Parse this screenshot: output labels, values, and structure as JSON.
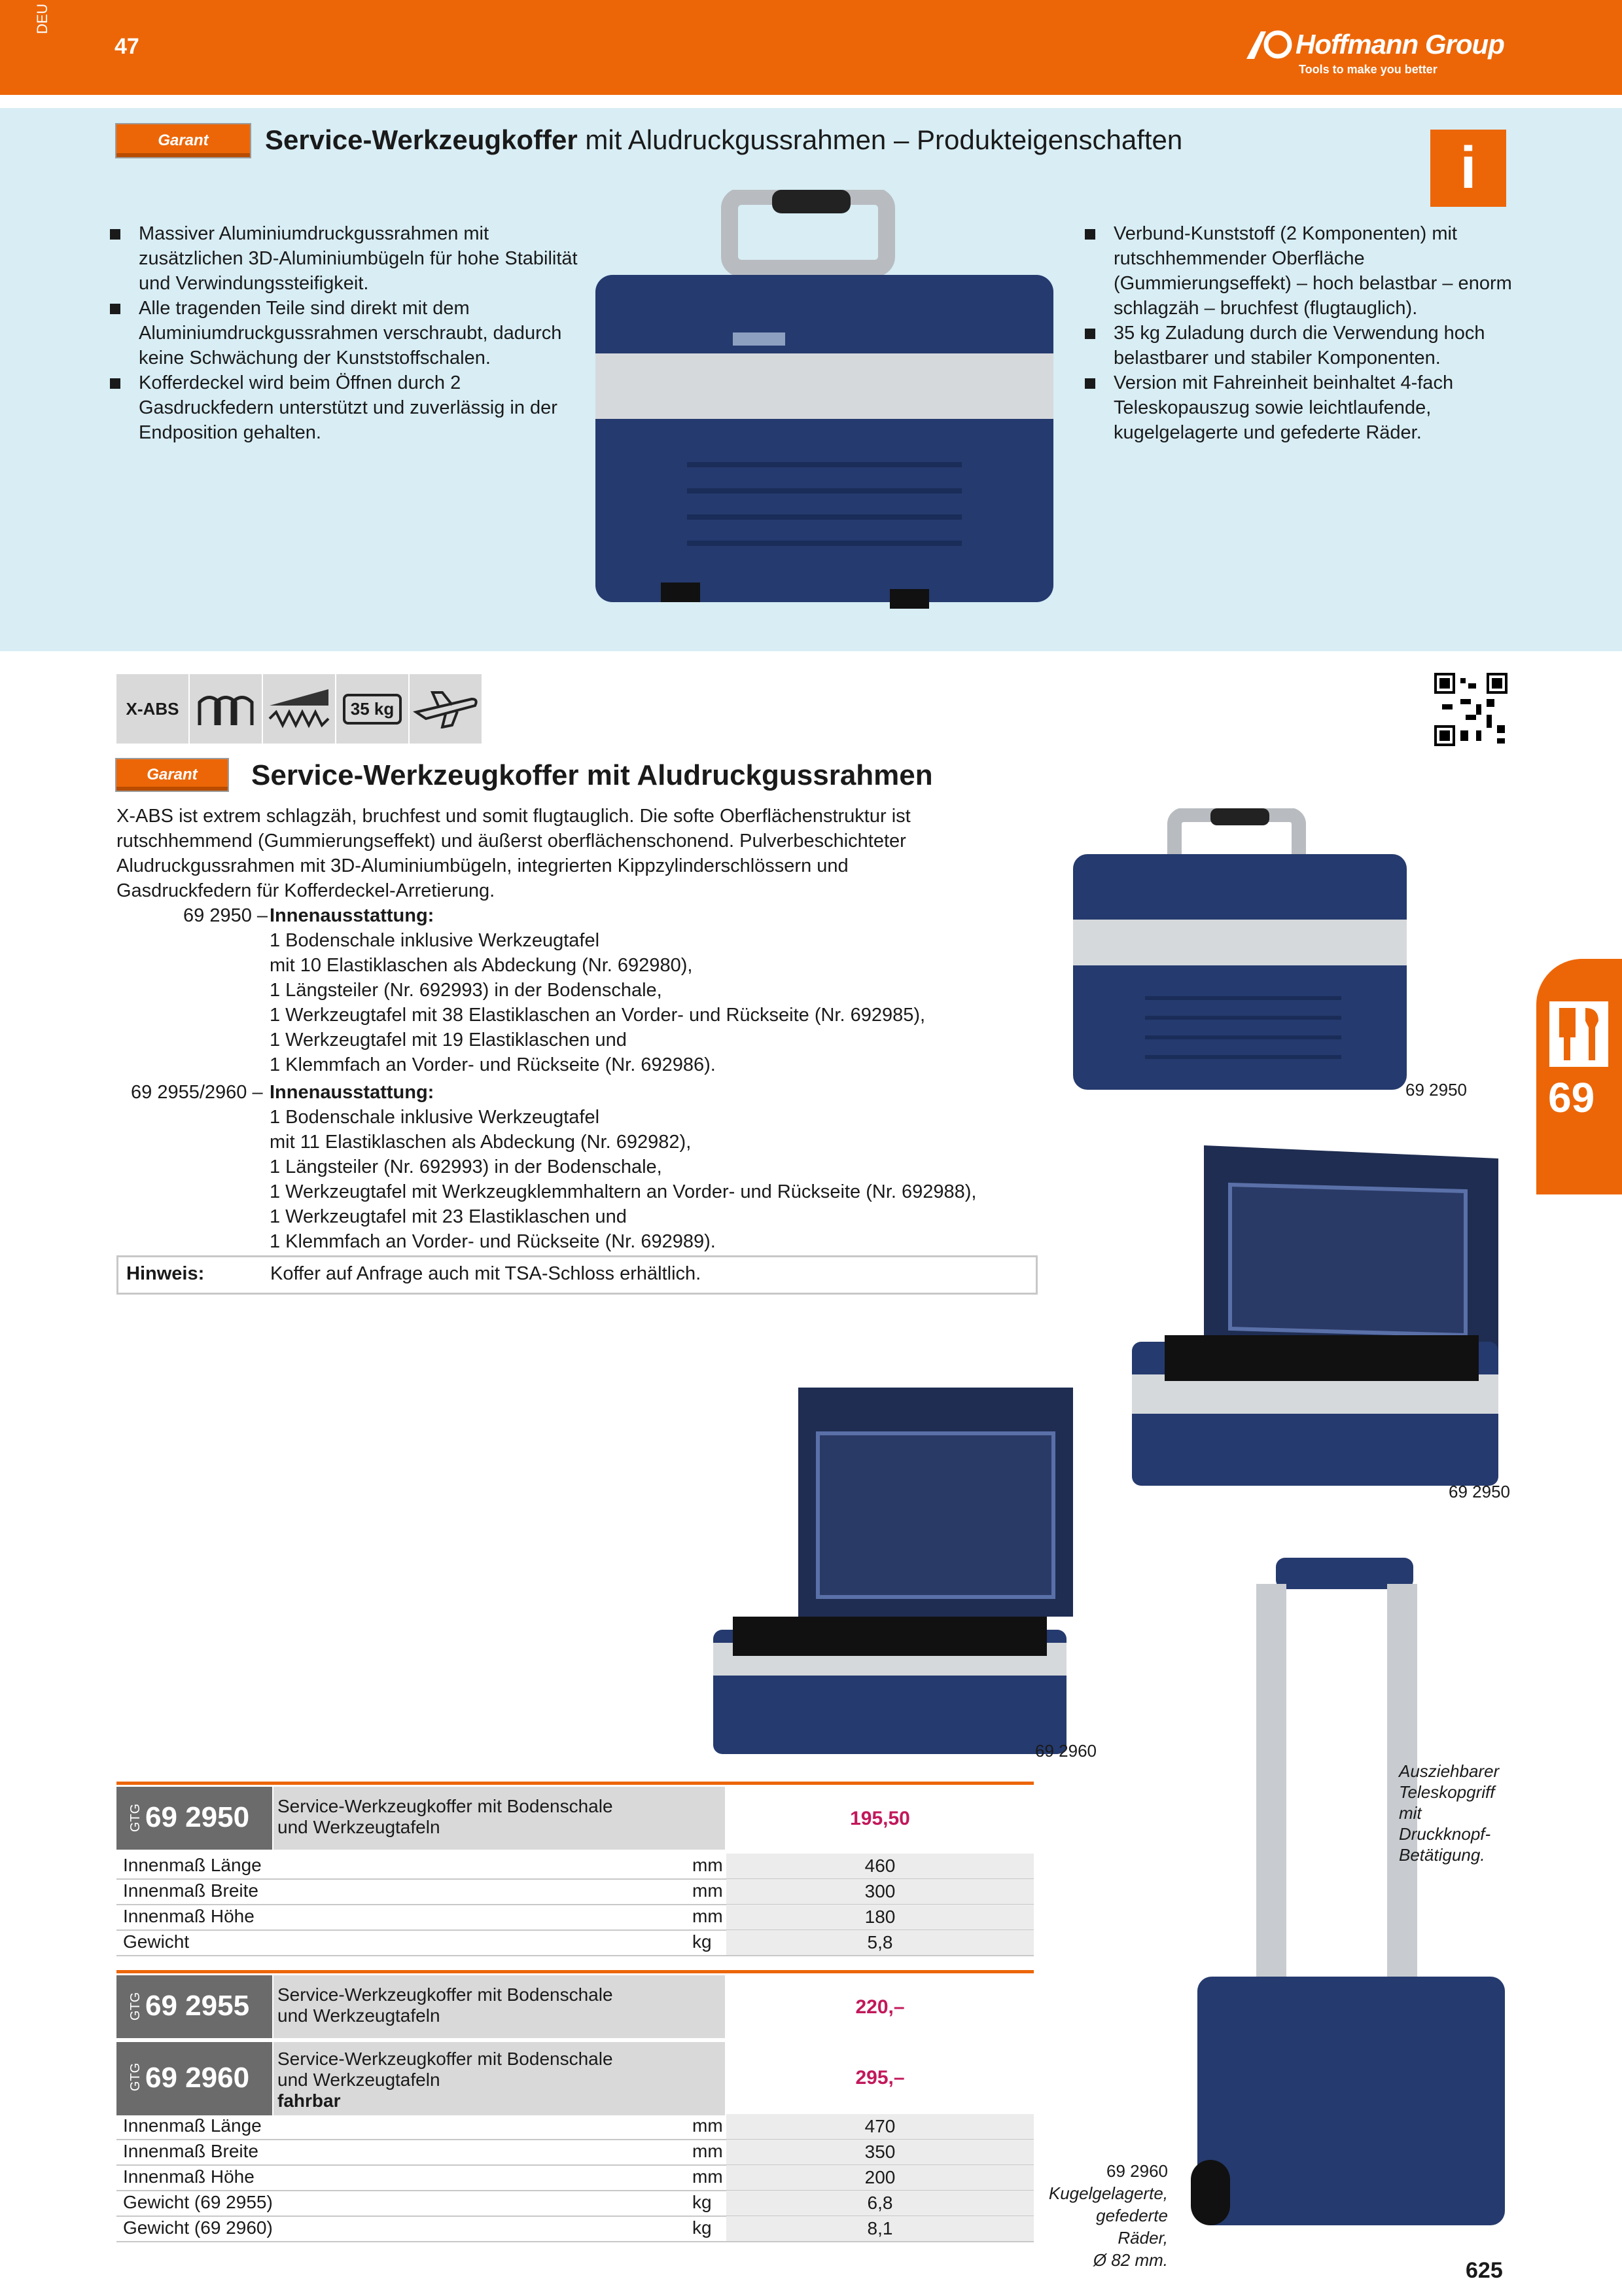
{
  "header": {
    "side_label": "DEU",
    "chapter_label": "47",
    "logo": "Hoffmann Group",
    "tagline": "Tools to make you better"
  },
  "brand_badge": "Garant",
  "info": {
    "title_bold": "Service-Werkzeugkoffer",
    "title_rest": " mit Aludruckgussrahmen – Produkteigenschaften",
    "badge": "i",
    "left_bullets": [
      "Massiver Aluminiumdruckgussrahmen mit zusätzlichen 3D-Aluminiumbügeln für hohe Stabilität und Verwindungssteifigkeit.",
      "Alle tragenden Teile sind direkt mit dem Aluminiumdruckgussrahmen verschraubt, dadurch keine Schwächung der Kunststoffschalen.",
      "Kofferdeckel wird beim Öffnen durch 2 Gasdruckfedern unterstützt und zuverlässig in der Endposition gehalten."
    ],
    "right_bullets": [
      "Verbund-Kunststoff (2 Komponenten) mit rutschhemmender Oberfläche (Gummierungseffekt) – hoch belastbar – enorm schlagzäh – bruchfest (flugtauglich).",
      "35 kg Zuladung durch die Verwendung hoch belastbarer und stabiler Komponenten.",
      "Version mit Fahreinheit beinhaltet 4-fach Teleskopauszug sowie leichtlaufende, kugelgelagerte und gefederte Räder."
    ]
  },
  "icons": {
    "material": "X-ABS",
    "weight": "35 kg"
  },
  "product": {
    "title": "Service-Werkzeugkoffer mit Aludruckgussrahmen",
    "desc_lines": [
      "X-ABS ist extrem schlagzäh, bruchfest und somit flugtauglich. Die softe Oberflächenstruktur ist",
      "rutschhemmend (Gummierungseffekt) und äußerst oberflächenschonend. Pulverbeschichteter",
      "Aludruckgussrahmen mit 3D-Aluminiumbügeln, integrierten Kippzylinderschlössern und",
      "Gasdruckfedern für Kofferdeckel-Arretierung."
    ],
    "variants": [
      {
        "nr": "69 2950 –",
        "heading": "Innenausstattung:",
        "lines": [
          "1 Bodenschale inklusive Werkzeugtafel",
          "mit 10 Elastiklaschen als Abdeckung (Nr. 692980),",
          "1 Längsteiler (Nr. 692993) in der Bodenschale,",
          "1 Werkzeugtafel mit 38 Elastiklaschen an Vorder- und Rückseite (Nr. 692985),",
          "1 Werkzeugtafel mit 19 Elastiklaschen und",
          "1 Klemmfach an Vorder- und Rückseite (Nr. 692986)."
        ]
      },
      {
        "nr": "69 2955/2960 –",
        "heading": "Innenausstattung:",
        "lines": [
          "1 Bodenschale inklusive Werkzeugtafel",
          "mit 11 Elastiklaschen als Abdeckung (Nr. 692982),",
          "1 Längsteiler (Nr. 692993) in der Bodenschale,",
          "1 Werkzeugtafel mit Werkzeugklemmhaltern an Vorder- und Rückseite (Nr. 692988),",
          "1 Werkzeugtafel mit 23 Elastiklaschen und",
          "1 Klemmfach an Vorder- und Rückseite (Nr. 692989)."
        ]
      }
    ],
    "hinweis_label": "Hinweis:",
    "hinweis_text": "Koffer auf Anfrage auch mit TSA-Schloss erhältlich."
  },
  "chapter_tab": "69",
  "captions": {
    "img1": "69 2950",
    "img2": "69 2950",
    "img3": "69 2960",
    "trolley_note": [
      "Ausziehbarer",
      "Teleskopgriff",
      "mit",
      "Druckknopf-",
      "Betätigung."
    ],
    "trolley_caption": [
      "69 2960",
      "Kugelgelagerte,",
      "gefederte Räder,",
      "Ø 82 mm."
    ]
  },
  "table1": {
    "gtg": "GTG",
    "nr": "69 2950",
    "desc": [
      "Service-Werkzeugkoffer mit Bodenschale",
      "und Werkzeugtafeln"
    ],
    "price": "195,50",
    "rows": [
      {
        "label": "Innenmaß Länge",
        "unit": "mm",
        "value": "460"
      },
      {
        "label": "Innenmaß Breite",
        "unit": "mm",
        "value": "300"
      },
      {
        "label": "Innenmaß Höhe",
        "unit": "mm",
        "value": "180"
      },
      {
        "label": "Gewicht",
        "unit": "kg",
        "value": "5,8"
      }
    ]
  },
  "table2": {
    "items": [
      {
        "gtg": "GTG",
        "nr": "69 2955",
        "desc": [
          "Service-Werkzeugkoffer mit Bodenschale",
          "und Werkzeugtafeln",
          ""
        ],
        "price": "220,–"
      },
      {
        "gtg": "GTG",
        "nr": "69 2960",
        "desc": [
          "Service-Werkzeugkoffer mit Bodenschale",
          "und Werkzeugtafeln",
          "fahrbar"
        ],
        "price": "295,–"
      }
    ],
    "rows": [
      {
        "label": "Innenmaß Länge",
        "unit": "mm",
        "value": "470"
      },
      {
        "label": "Innenmaß Breite",
        "unit": "mm",
        "value": "350"
      },
      {
        "label": "Innenmaß Höhe",
        "unit": "mm",
        "value": "200"
      },
      {
        "label": "Gewicht (69 2955)",
        "unit": "kg",
        "value": "6,8"
      },
      {
        "label": "Gewicht (69 2960)",
        "unit": "kg",
        "value": "8,1"
      }
    ]
  },
  "page_number": "625"
}
